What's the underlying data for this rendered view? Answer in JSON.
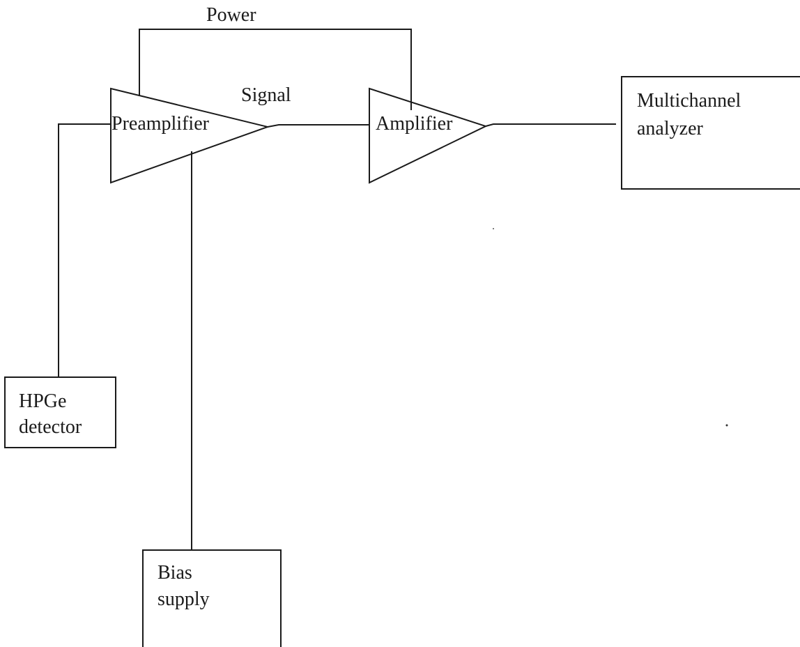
{
  "labels": {
    "power": "Power",
    "signal": "Signal",
    "preamplifier": "Preamplifier",
    "amplifier": "Amplifier",
    "multichannel_line1": "Multichannel",
    "multichannel_line2": "analyzer",
    "hpge_line1": "HPGe",
    "hpge_line2": "detector",
    "bias_line1": "Bias",
    "bias_line2": "supply"
  },
  "colors": {
    "stroke": "#1a1a1a",
    "background": "#ffffff"
  }
}
